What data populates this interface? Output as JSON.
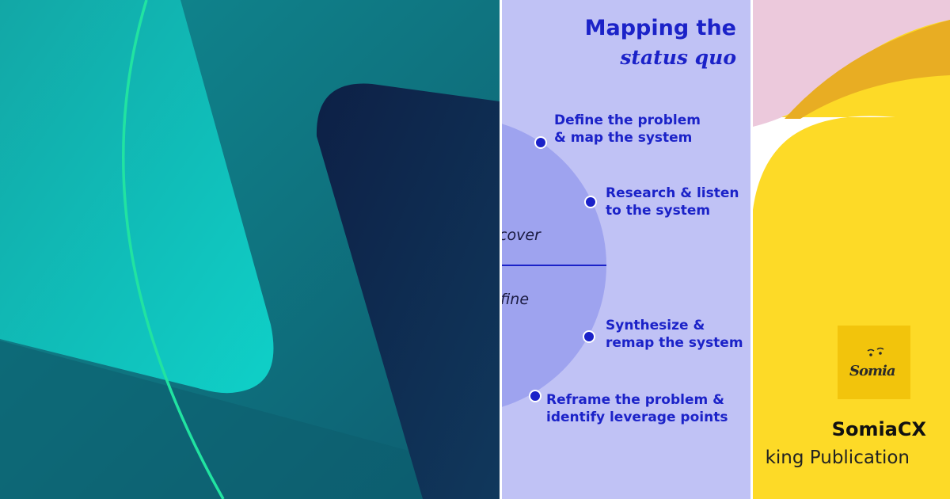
{
  "status_quo": {
    "title_line1": "Mapping the",
    "title_line2": "status quo",
    "phases": [
      "cover",
      "fine"
    ],
    "steps": [
      {
        "line1": "Define the problem",
        "line2": "& map the system"
      },
      {
        "line1": "Research & listen",
        "line2": "to the system"
      },
      {
        "line1": "Synthesize &",
        "line2": "remap the system"
      },
      {
        "line1": "Reframe the problem &",
        "line2": "identify leverage points"
      }
    ]
  },
  "publication": {
    "name": "SomiaCX",
    "subtitle": "king Publication",
    "logo_text": "Somia"
  },
  "colors": {
    "teal_dark": "#0e6d7e",
    "teal_bright": "#11c9c4",
    "navy": "#0f2a50",
    "green_line": "#21e3a1",
    "lavender": "#c0c2f5",
    "periwinkle": "#9ea3ef",
    "accent_blue": "#1b22c8",
    "yellow": "#fdda27",
    "pink": "#ecc9dc"
  }
}
